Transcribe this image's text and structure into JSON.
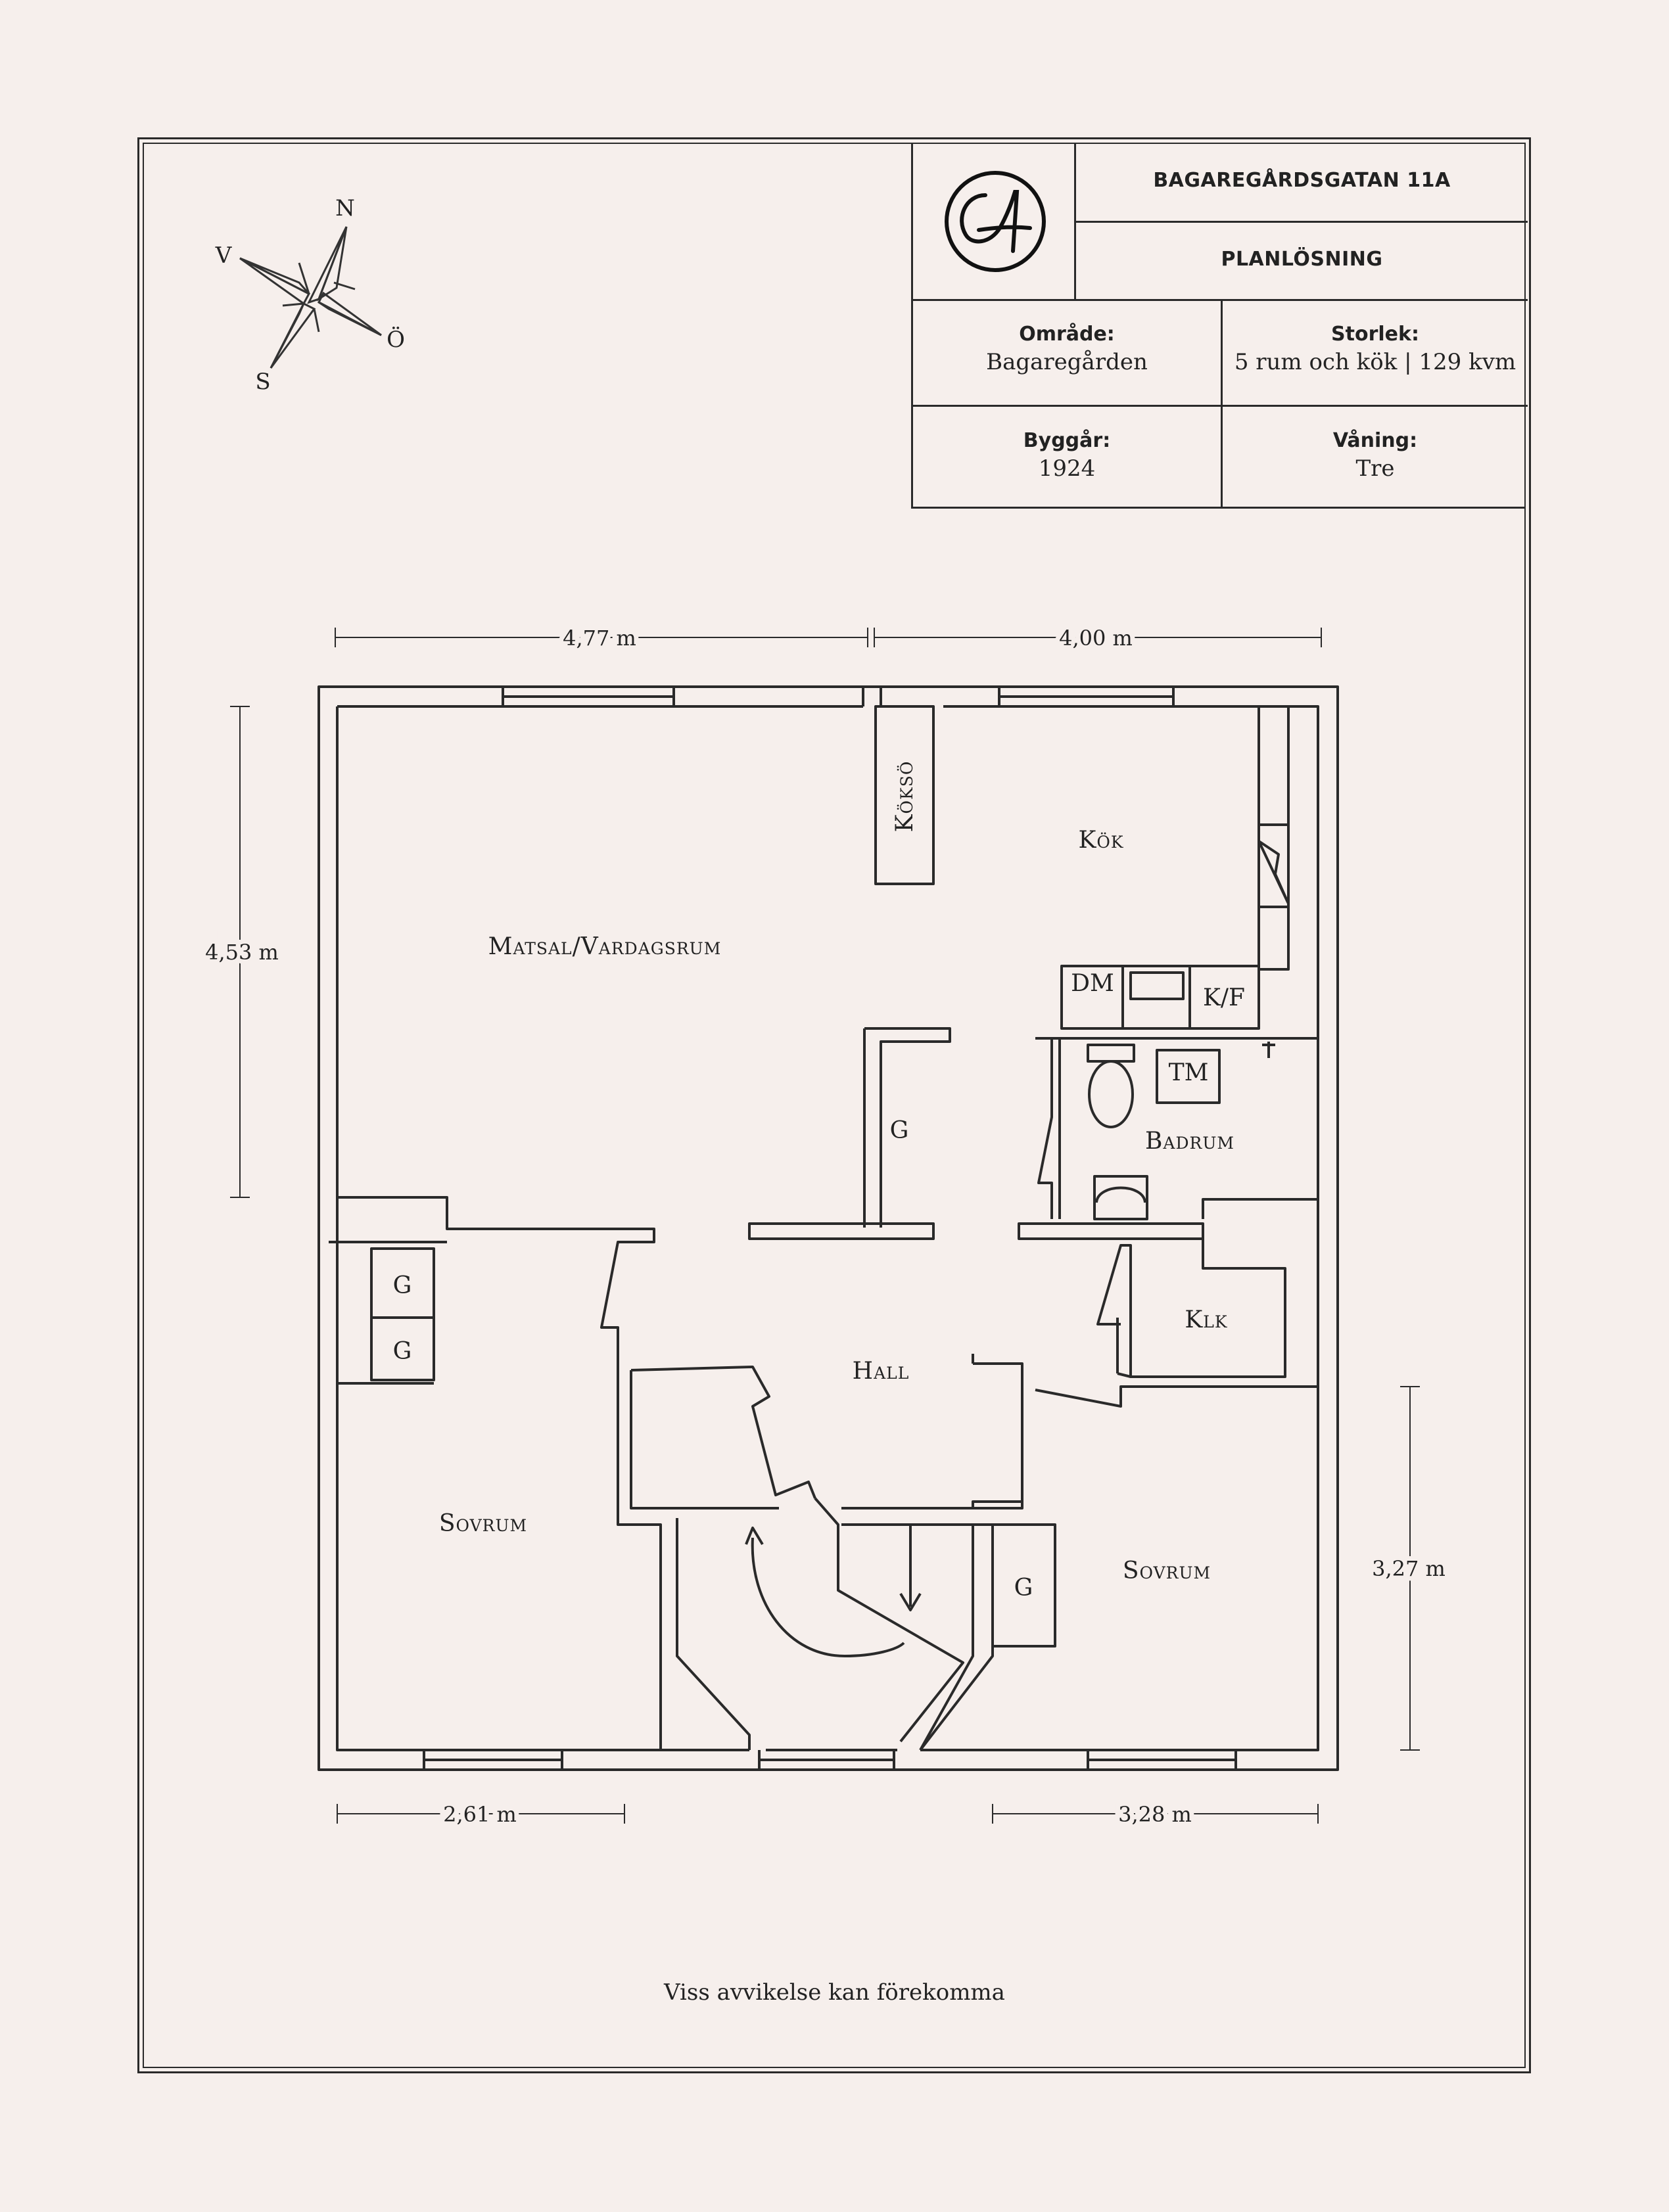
{
  "title_block": {
    "address": "BAGAREGÅRDSGATAN 11A",
    "subtitle": "PLANLÖSNING",
    "area_label": "Område:",
    "area_value": "Bagaregården",
    "size_label": "Storlek:",
    "size_value": "5 rum och kök | 129 kvm",
    "year_label": "Byggår:",
    "year_value": "1924",
    "floor_label": "Våning:",
    "floor_value": "Tre"
  },
  "compass": {
    "n": "N",
    "s": "S",
    "e": "Ö",
    "w": "V"
  },
  "rooms": {
    "living": "Matsal/Vardagsrum",
    "kitchen": "Kök",
    "island": "Köksö",
    "bath": "Badrum",
    "hall": "Hall",
    "bed_left": "Sovrum",
    "bed_right": "Sovrum",
    "closet_klk": "Klk"
  },
  "fixtures": {
    "dm": "DM",
    "kf": "K/F",
    "tm": "TM",
    "g_center": "G",
    "g_left_1": "G",
    "g_left_2": "G",
    "g_right": "G"
  },
  "dimensions": {
    "top_left": "4,77 m",
    "top_right": "4,00 m",
    "left": "4,53 m",
    "right": "3,27 m",
    "bottom_left": "2,61 m",
    "bottom_right": "3,28 m"
  },
  "disclaimer": "Viss avvikelse kan förekomma"
}
